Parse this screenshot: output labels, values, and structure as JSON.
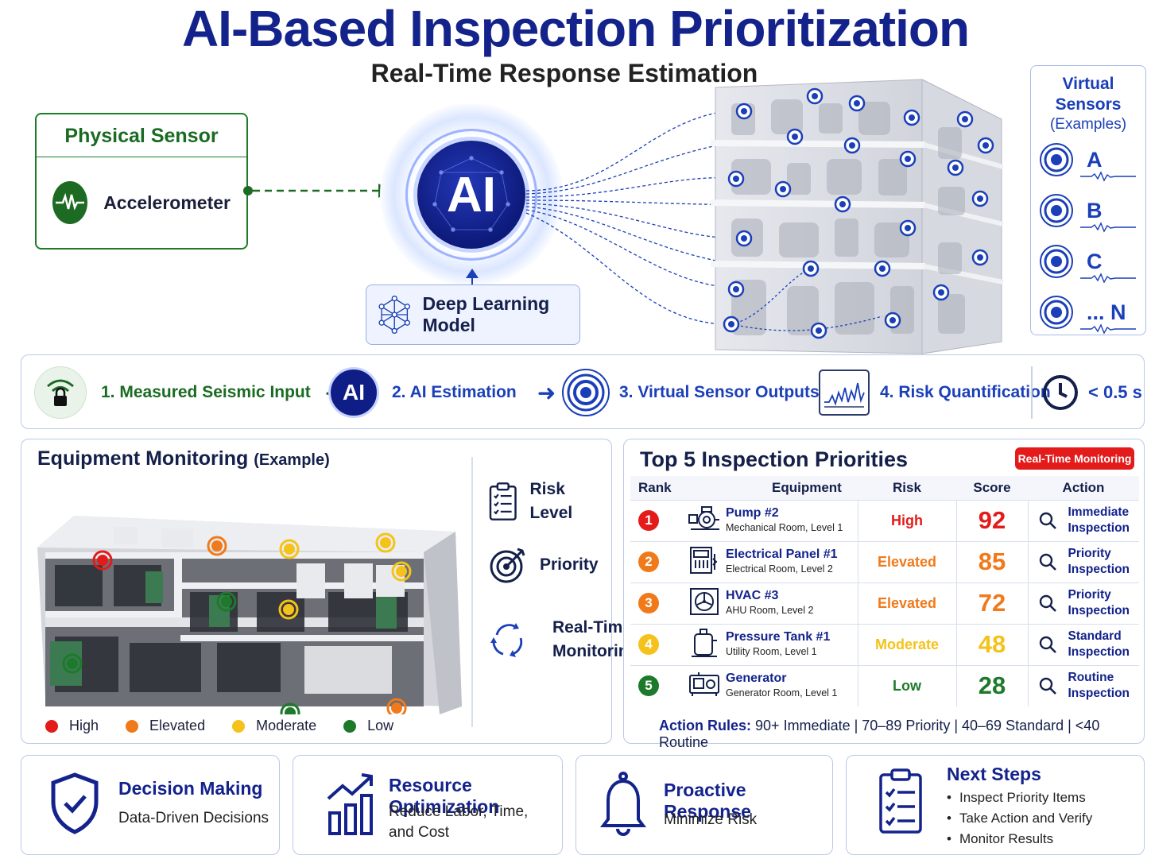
{
  "header": {
    "title": "AI-Based Inspection Prioritization",
    "subtitle": "Real-Time Response Estimation"
  },
  "physical_sensor": {
    "title": "Physical Sensor",
    "label": "Accelerometer"
  },
  "ai_core": {
    "label": "AI",
    "model_label": "Deep Learning Model"
  },
  "virtual_sensors": {
    "title": "Virtual Sensors",
    "subtitle": "(Examples)",
    "items": [
      "A",
      "B",
      "C",
      "... N"
    ]
  },
  "flow": {
    "steps": [
      {
        "label": "1. Measured Seismic Input",
        "icon": "wifi-lock-icon"
      },
      {
        "label": "2. AI Estimation",
        "icon": "ai-icon",
        "icon_text": "AI"
      },
      {
        "label": "3. Virtual Sensor Outputs",
        "icon": "target-icon"
      },
      {
        "label": "4. Risk Quantification",
        "icon": "waveform-chart-icon"
      }
    ],
    "time": "< 0.5 s"
  },
  "equipment": {
    "title": "Equipment Monitoring",
    "title_suffix": "(Example)",
    "side_items": [
      {
        "label": "Risk Level",
        "icon": "checklist-icon"
      },
      {
        "label": "Priority",
        "icon": "target-arrow-icon"
      },
      {
        "label": "Real-Time",
        "label2": "Monitoring",
        "icon": "cycle-icon"
      }
    ],
    "legend": [
      {
        "label": "High",
        "color": "#e31b1b"
      },
      {
        "label": "Elevated",
        "color": "#f07a1a"
      },
      {
        "label": "Moderate",
        "color": "#f5c21b"
      },
      {
        "label": "Low",
        "color": "#1d7a2a"
      }
    ]
  },
  "priorities": {
    "title": "Top 5 Inspection Priorities",
    "badge": "Real-Time Monitoring",
    "columns": [
      "Rank",
      "Equipment",
      "Risk",
      "Score",
      "Action"
    ],
    "rows": [
      {
        "rank": "1",
        "name": "Pump #2",
        "location": "Mechanical Room, Level 1",
        "risk": "High",
        "score": "92",
        "action1": "Immediate",
        "action2": "Inspection",
        "color": "#e31b1b",
        "icon": "pump-icon"
      },
      {
        "rank": "2",
        "name": "Electrical Panel #1",
        "location": "Electrical Room, Level 2",
        "risk": "Elevated",
        "score": "85",
        "action1": "Priority",
        "action2": "Inspection",
        "color": "#f07a1a",
        "icon": "electrical-panel-icon"
      },
      {
        "rank": "3",
        "name": "HVAC #3",
        "location": "AHU Room, Level 2",
        "risk": "Elevated",
        "score": "72",
        "action1": "Priority",
        "action2": "Inspection",
        "color": "#f07a1a",
        "icon": "hvac-fan-icon"
      },
      {
        "rank": "4",
        "name": "Pressure Tank #1",
        "location": "Utility Room, Level 1",
        "risk": "Moderate",
        "score": "48",
        "action1": "Standard",
        "action2": "Inspection",
        "color": "#f5c21b",
        "icon": "pressure-tank-icon"
      },
      {
        "rank": "5",
        "name": "Generator",
        "location": "Generator Room, Level 1",
        "risk": "Low",
        "score": "28",
        "action1": "Routine",
        "action2": "Inspection",
        "color": "#1d7a2a",
        "icon": "generator-icon"
      }
    ],
    "rules_label": "Action Rules:",
    "rules_text": "90+ Immediate  |  70–89 Priority  |  40–69 Standard  |  <40 Routine"
  },
  "cards": [
    {
      "title": "Decision Making",
      "text": "Data-Driven Decisions",
      "icon": "shield-check-icon"
    },
    {
      "title": "Resource Optimization",
      "text": "Reduce Labor, Time,",
      "text2": "and Cost",
      "icon": "bar-chart-growth-icon"
    },
    {
      "title": "Proactive Response",
      "text": "Minimize Risk",
      "icon": "bell-icon"
    },
    {
      "title": "Next Steps",
      "items": [
        "Inspect Priority Items",
        "Take Action and Verify",
        "Monitor Results"
      ],
      "icon": "clipboard-checklist-icon"
    }
  ]
}
